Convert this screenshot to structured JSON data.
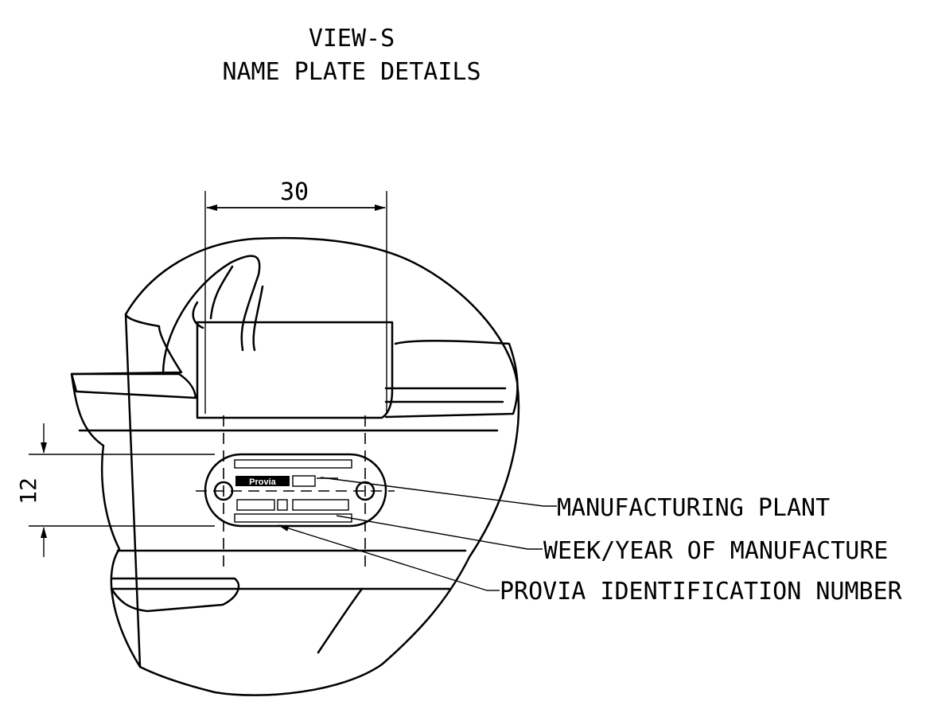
{
  "title": {
    "line1": "VIEW-S",
    "line2": "NAME PLATE DETAILS"
  },
  "dimensions": {
    "width_value": "30",
    "height_value": "12"
  },
  "plate": {
    "brand_text": "Provia"
  },
  "callouts": [
    "MANUFACTURING PLANT",
    "WEEK/YEAR OF MANUFACTURE",
    "PROVIA IDENTIFICATION NUMBER"
  ]
}
